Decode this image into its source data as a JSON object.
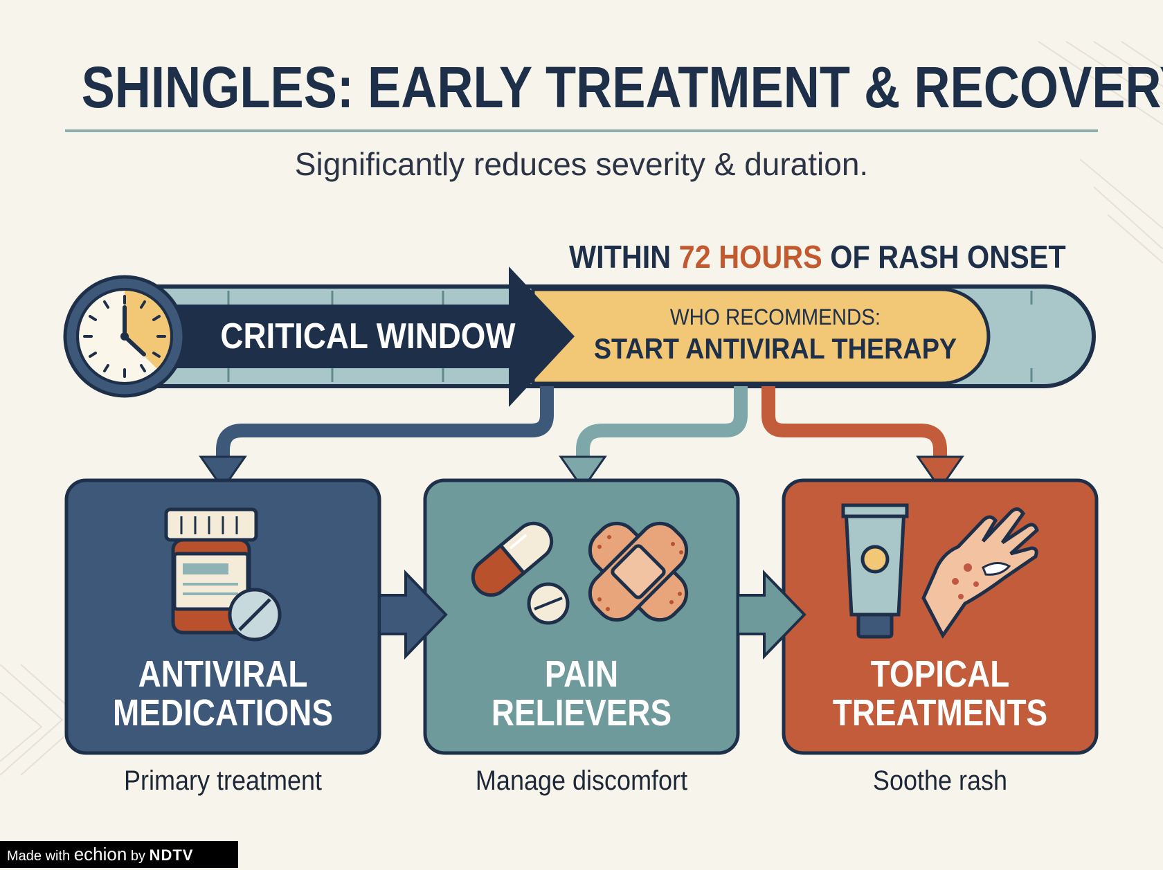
{
  "header": {
    "title": "SHINGLES: EARLY TREATMENT & RECOVERY",
    "subtitle": "Significantly reduces severity & duration."
  },
  "timeline": {
    "heading_prefix": "WITHIN ",
    "heading_highlight": "72 HOURS",
    "heading_suffix": " OF RASH ONSET",
    "critical_window_label": "CRITICAL WINDOW",
    "who_label": "WHO RECOMMENDS:",
    "who_recommendation": "START ANTIVIRAL THERAPY",
    "clock_icon": "clock-icon"
  },
  "cards": [
    {
      "title_line1": "ANTIVIRAL",
      "title_line2": "MEDICATIONS",
      "caption": "Primary treatment",
      "icon": "pill-bottle-icon",
      "color": "#3d5878"
    },
    {
      "title_line1": "PAIN",
      "title_line2": "RELIEVERS",
      "caption": "Manage discomfort",
      "icon": "capsule-bandage-icon",
      "color": "#6f9a9c"
    },
    {
      "title_line1": "TOPICAL",
      "title_line2": "TREATMENTS",
      "caption": "Soothe rash",
      "icon": "cream-hand-icon",
      "color": "#c35c3b"
    }
  ],
  "colors": {
    "navy": "#1e3049",
    "accent_orange": "#c2592f",
    "yellow": "#f2c776",
    "teal_light": "#a9c7c9",
    "background": "#f7f4ec"
  },
  "watermark": {
    "prefix": "Made with ",
    "brand": "echion",
    "by": " by ",
    "publisher": "NDTV"
  }
}
